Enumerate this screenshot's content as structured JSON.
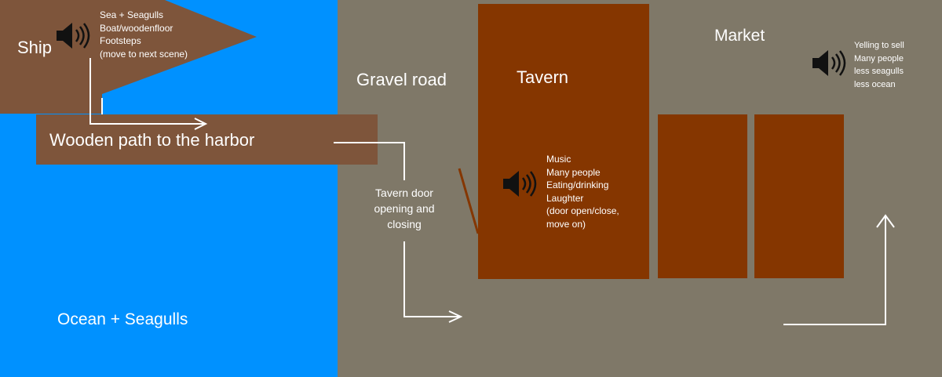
{
  "colors": {
    "ocean": "#0091ff",
    "ground": "#7f7868",
    "wood": "#7e553b",
    "building": "#853600",
    "arrow": "#ffffff",
    "speaker": "#111111"
  },
  "regions": {
    "ship": "Ship",
    "wooden_path": "Wooden path to the harbor",
    "ocean": "Ocean + Seagulls",
    "gravel_road": "Gravel road",
    "tavern": "Tavern",
    "market": "Market"
  },
  "sound_notes": {
    "ship": "Sea + Seagulls\nBoat/woodenfloor\nFootsteps\n(move to next scene)",
    "tavern": "Music\nMany people\nEating/drinking\nLaughter\n(door open/close,\nmove on)",
    "market": "Yelling to sell\nMany people\nless seagulls\nless ocean"
  },
  "transition_note": "Tavern door\nopening and\nclosing",
  "icons": [
    "speaker-icon",
    "speaker-icon",
    "speaker-icon"
  ]
}
